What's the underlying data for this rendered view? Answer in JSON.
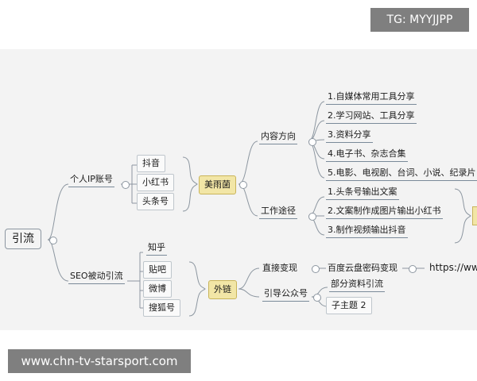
{
  "watermarks": {
    "top_right": "TG: MYYJJPP",
    "bottom_left": "www.chn-tv-starsport.com"
  },
  "mindmap": {
    "root": "引流",
    "branch_ip": {
      "label": "个人IP账号",
      "platforms": [
        "抖音",
        "小红书",
        "头条号"
      ],
      "hub": "美雨菌",
      "content_direction": {
        "label": "内容方向",
        "items": [
          "1.自媒体常用工具分享",
          "2.学习网站、工具分享",
          "3.资料分享",
          "4.电子书、杂志合集",
          "5.电影、电视剧、台词、小说、纪录片"
        ]
      },
      "work_path": {
        "label": "工作途径",
        "items": [
          "1.头条号输出文案",
          "2.文案制作成图片输出小红书",
          "3.制作视频输出抖音"
        ]
      }
    },
    "branch_seo": {
      "label": "SEO被动引流",
      "platforms": [
        "知乎",
        "贴吧",
        "微博",
        "搜狐号"
      ],
      "hub": "外链",
      "direct": {
        "label": "直接变现",
        "child": "百度云盘密码变现",
        "leaf": "https://www"
      },
      "guide": {
        "label": "引导公众号",
        "children": [
          "部分资料引流",
          "子主题 2"
        ]
      }
    }
  },
  "colors": {
    "line": "#8c96a0",
    "hub_fill": "#f2e6a6",
    "canvas_bg": "#f3f3f3",
    "overlay_bg": "#7f7f7f"
  }
}
